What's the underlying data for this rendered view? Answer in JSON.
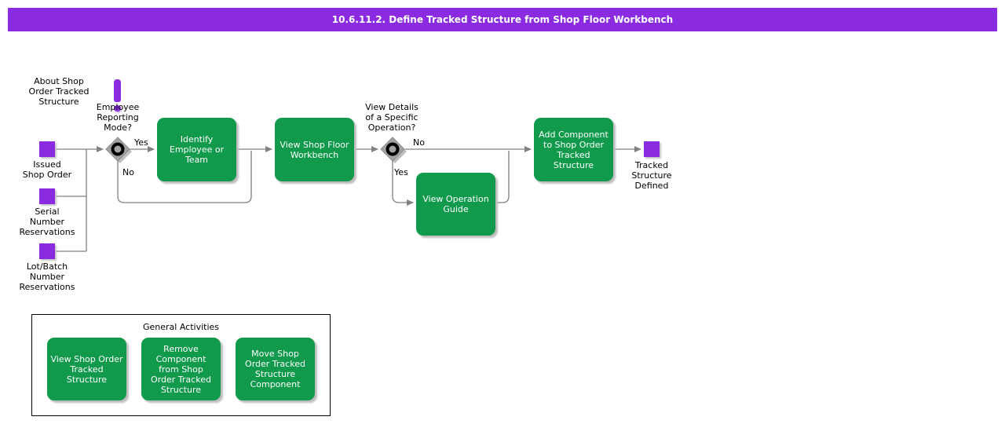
{
  "header": {
    "title": "10.6.11.2. Define Tracked Structure from Shop Floor Workbench"
  },
  "colors": {
    "accent_purple": "#8A2BE2",
    "task_green": "#119A4C",
    "connector_gray": "#808080",
    "gateway_gray": "#A3A3A3"
  },
  "diagram": {
    "note": {
      "label": "About Shop\nOrder Tracked\nStructure"
    },
    "start_events": [
      {
        "label": "Issued\nShop Order"
      },
      {
        "label": "Serial\nNumber\nReservations"
      },
      {
        "label": "Lot/Batch\nNumber\nReservations"
      }
    ],
    "gateways": [
      {
        "question": "Employee\nReporting\nMode?",
        "yes_label": "Yes",
        "no_label": "No"
      },
      {
        "question": "View Details\nof a Specific\nOperation?",
        "yes_label": "Yes",
        "no_label": "No"
      }
    ],
    "tasks": [
      {
        "label": "Identify\nEmployee or\nTeam"
      },
      {
        "label": "View Shop Floor\nWorkbench"
      },
      {
        "label": "View Operation\nGuide"
      },
      {
        "label": "Add Component\nto Shop Order\nTracked\nStructure"
      }
    ],
    "end_event": {
      "label": "Tracked\nStructure\nDefined"
    }
  },
  "general_activities": {
    "title": "General Activities",
    "tasks": [
      {
        "label": "View Shop Order\nTracked\nStructure"
      },
      {
        "label": "Remove\nComponent\nfrom Shop\nOrder Tracked\nStructure"
      },
      {
        "label": "Move Shop\nOrder Tracked\nStructure\nComponent"
      }
    ]
  }
}
